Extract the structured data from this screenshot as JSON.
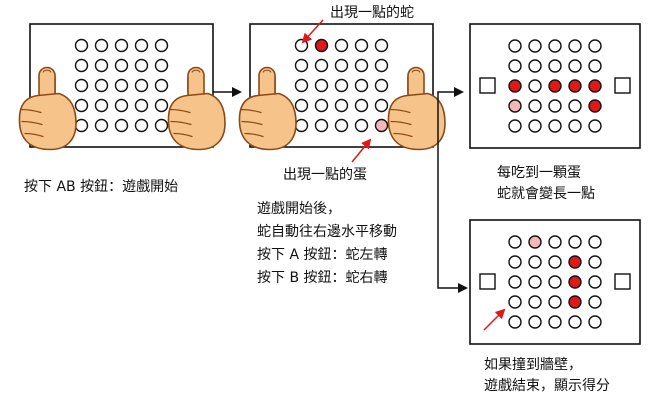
{
  "labels": {
    "snake_appears": "出現一點的蛇",
    "egg_appears": "出現一點的蛋",
    "press_ab": "按下 AB 按鈕：遊戲開始",
    "eat_grow": [
      "每吃到一顆蛋",
      "蛇就會變長一點"
    ],
    "rules": [
      "遊戲開始後，",
      "蛇自動往右邊水平移動",
      "按下 A 按鈕：蛇左轉",
      "按下 B 按鈕：蛇右轉"
    ],
    "hit_wall": [
      "如果撞到牆壁，",
      "遊戲結束，顯示得分"
    ]
  },
  "colors": {
    "snake": "#e01818",
    "egg": "#f4b8b8",
    "led_off": "#ffffff",
    "outline": "#111111",
    "callout_arrow": "#e01818",
    "finger_skin": "#f6c48a",
    "finger_outline": "#8a4a18"
  },
  "panels": [
    {
      "name": "start",
      "fingers": "both",
      "snake": [],
      "egg": []
    },
    {
      "name": "snake-and-egg",
      "fingers": "both",
      "snake": [
        [
          1,
          0
        ]
      ],
      "egg": [
        [
          4,
          4
        ]
      ]
    },
    {
      "name": "eating",
      "fingers": "none",
      "snake": [
        [
          0,
          2
        ],
        [
          2,
          2
        ],
        [
          3,
          2
        ],
        [
          4,
          2
        ],
        [
          4,
          3
        ]
      ],
      "egg": [
        [
          0,
          3
        ]
      ]
    },
    {
      "name": "game-over",
      "fingers": "none",
      "snake": [
        [
          3,
          1
        ],
        [
          3,
          2
        ],
        [
          3,
          3
        ]
      ],
      "egg": [
        [
          1,
          0
        ]
      ]
    }
  ]
}
